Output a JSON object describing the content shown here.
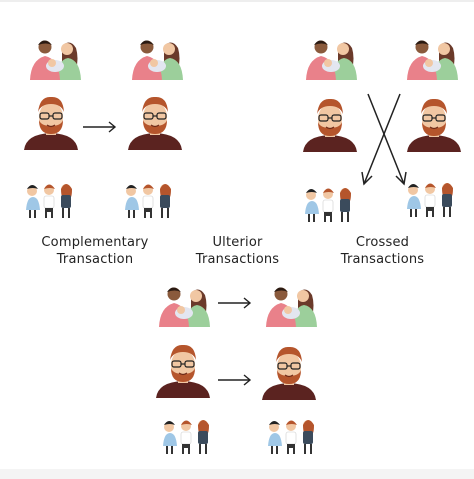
{
  "captions": {
    "complementary": "Complementary\nTransaction",
    "ulterior": "Ulterior\nTransactions",
    "crossed": "Crossed\nTransactions"
  },
  "icons": {
    "parent": "parent-ego-state-icon",
    "adult": "adult-ego-state-icon",
    "child": "child-ego-state-icon",
    "arrow": "arrow-right-icon",
    "crossed": "crossed-arrows-icon"
  },
  "colors": {
    "skin": "#f1c7a3",
    "skin_dark": "#8a5a3c",
    "hair": "#6b3a2a",
    "beard": "#b5552c",
    "shirt": "#5b2320",
    "pink": "#e9818a",
    "green": "#9ccf9b",
    "arrow": "#222222"
  }
}
